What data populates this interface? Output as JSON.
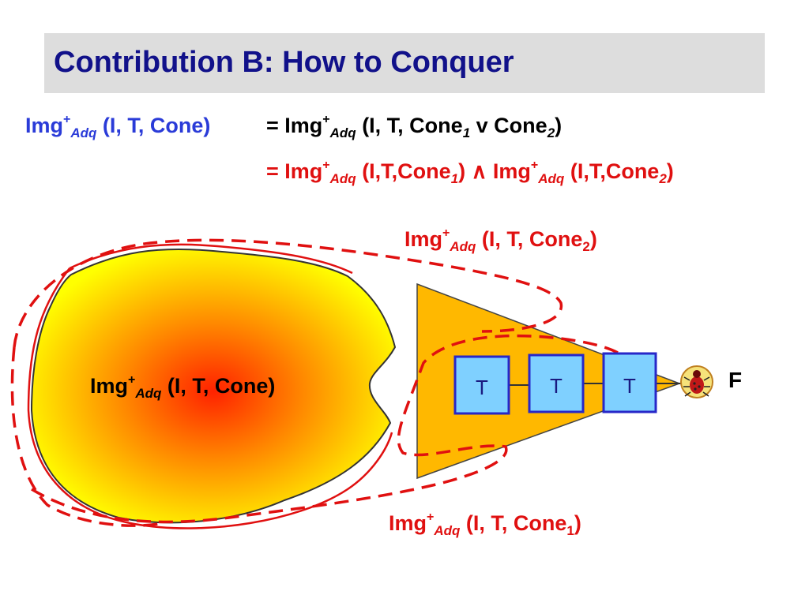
{
  "title": "Contribution B: How to Conquer",
  "img": "Img",
  "plus": "+",
  "adq": "Adq",
  "lhs_args": "(I, T, Cone)",
  "line1_eq": "= Img",
  "line1_args_a": "(I, T, Cone",
  "line1_sub1": "1",
  "line1_or": " v Cone",
  "line1_sub2": "2",
  "line1_close": ")",
  "line2_eq": "= Img",
  "line2_args_a": "(I,T,Cone",
  "line2_sub1": "1",
  "line2_and": ") ∧ Img",
  "line2_args_b": "(I,T,Cone",
  "line2_sub2": "2",
  "line2_close": ")",
  "cone2_args": "(I, T, Cone",
  "cone2_sub": "2",
  "cone2_close": ")",
  "cone1_args": "(I, T, Cone",
  "cone1_sub": "1",
  "cone1_close": ")",
  "blob_args": "(I, T, Cone)",
  "partial_label": "T)",
  "box_label": "T",
  "output_label": "F",
  "colors": {
    "title": "#11118a",
    "blue": "#2a3bd8",
    "red": "#e01010",
    "cone_fill": "#ffb800",
    "box_fill": "#7fd0ff",
    "box_stroke": "#2727c8",
    "blob_center": "#ff2200",
    "blob_edge": "#ffff00"
  },
  "icons": [
    "bug-icon"
  ]
}
